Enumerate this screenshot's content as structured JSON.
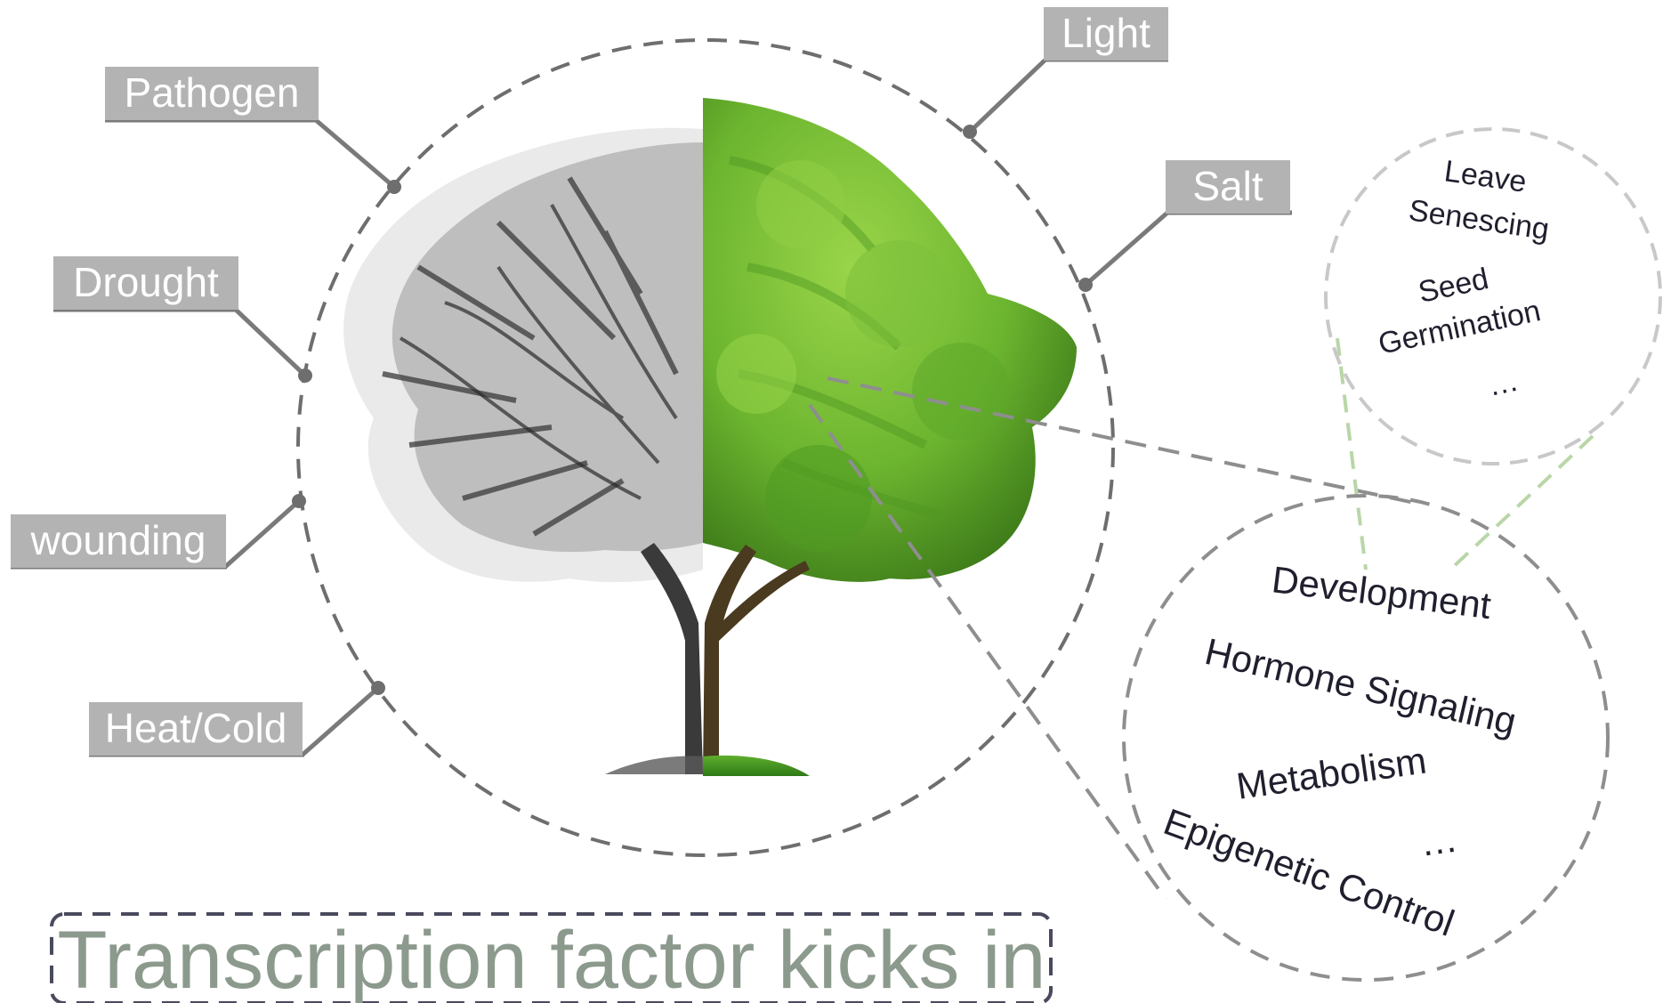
{
  "stimuli": {
    "pathogen": "Pathogen",
    "drought": "Drought",
    "wounding": "wounding",
    "heat_cold": "Heat/Cold",
    "light": "Light",
    "salt": "Salt"
  },
  "functions": {
    "development": "Development",
    "hormone_signaling": "Hormone Signaling",
    "metabolism": "Metabolism",
    "ellipsis": "…",
    "epigenetic_control": "Epigenetic Control"
  },
  "sub_functions": {
    "leave": "Leave",
    "senescing": "Senescing",
    "seed": "Seed",
    "germination": "Germination",
    "ellipsis": "…"
  },
  "title": "Transcription factor kicks in",
  "colors": {
    "label_box": "#b3b3b3",
    "label_line": "#7a7a7a",
    "dash_circle": "#6e6e6e",
    "light_dash": "#c8c8c8",
    "green_dash": "#b9d6a8",
    "title_text": "#8c9a8e",
    "title_border": "#4a4a5e",
    "foliage_green": "#6cb52f",
    "foliage_dark": "#3f7d1a",
    "trunk_green": "#4a3a1f",
    "sketch_gray": "#3a3a3a"
  }
}
